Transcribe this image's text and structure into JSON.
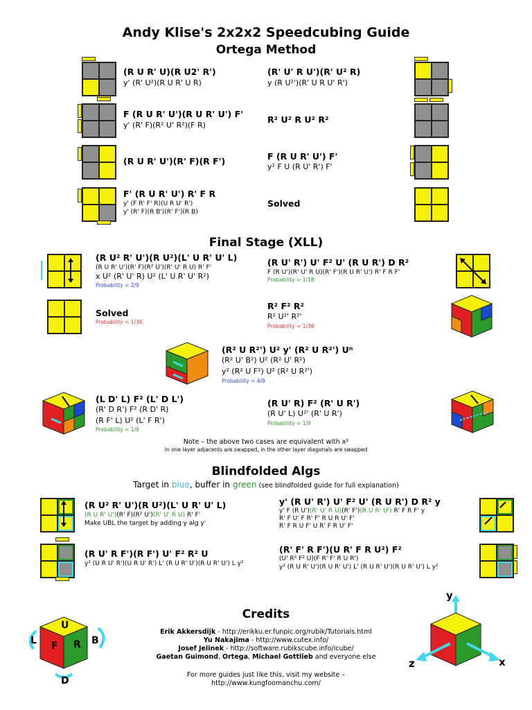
{
  "header": {
    "title": "Andy Klise's 2x2x2 Speedcubing Guide",
    "method": "Ortega Method"
  },
  "ortega": [
    {
      "alg": "(R U R' U)(R U2' R')",
      "alt": "y' (R' U²)(R U R' U R)"
    },
    {
      "alg": "(R' U' R U')(R' U² R)",
      "alt": "y (R U²')(R' U R U' R')"
    },
    {
      "alg": "F (R U R' U')(R U R' U') F'",
      "alt": "y' (R' F)(R² U' R²)(F R)"
    },
    {
      "alg": "R² U² R U² R²",
      "alt": ""
    },
    {
      "alg": "(R U R' U')(R' F)(R F')",
      "alt": ""
    },
    {
      "alg": "F (R U R' U') F'",
      "alt": "y² F U (R U' R') F'"
    },
    {
      "alg": "F' (R U R' U') R' F R",
      "alt": "y' (F R' F' R)(U R U' R')",
      "alt2": "y' (R' F)(R B')(R' F')(R B)"
    },
    {
      "alg": "Solved",
      "alt": ""
    }
  ],
  "final": {
    "title": "Final Stage (XLL)",
    "cases": [
      {
        "alg": "(R U² R' U')(R U²)(L' U R' U' L)",
        "l1": "(R U R' U')(R' F)(R² U')(R' U' R U) R' F'",
        "l2": "x U² (R' U' R) U² (L' U R' U' R²)",
        "prob": "Probability = 2/9"
      },
      {
        "alg": "(R U' R') U' F² U' (R U R') D R²",
        "l1": "F (R U')(R' U' R U)(R' F')(R U R' U') R' F R F'",
        "prob": "Probability = 1/18"
      },
      {
        "alg": "Solved",
        "prob": "Probability = 1/36"
      },
      {
        "alg": "R² F² R²",
        "l1": "R² U²' R²'",
        "prob": "Probability = 1/36"
      },
      {
        "alg": "(R² U R²') U² y' (R² U R²') Uⁿ",
        "l1": "(R² U' B²) U² (R² U' R²)",
        "l2": "y² (R² U F²) U² (R² U R²')",
        "prob": "Probability = 4/9"
      },
      {
        "alg": "(L D' L) F² (L' D L')",
        "l1": "(R' D R') F² (R D' R)",
        "l2": "(R F' L) U² (L' F R')",
        "prob": "Probability = 1/9"
      },
      {
        "alg": "(R U' R) F² (R' U R')",
        "l1": "(R U' L) U²' (R' U R')",
        "prob": "Probability = 1/9"
      }
    ],
    "note": "Note – the above two cases are equivalent with x²",
    "note2": "In one layer adjacents are swapped, in the other layer diagonals are swapped"
  },
  "blind": {
    "title": "Blindfolded Algs",
    "target_pre": "Target in ",
    "target_blue": "blue",
    "target_mid": ", buffer in ",
    "target_green": "green",
    "target_post": " (see blindfolded guide for full explanation)",
    "a1": {
      "alg": "(R U² R' U')(R U²)(L' U R' U' L)",
      "g1": "(R U R' U')",
      "r1": "(R' F)(R² U')",
      "g2": "(R' U' R U)",
      "r2": " R' F'",
      "l2": "Make UBL the target by adding y alg y'"
    },
    "a2": {
      "alg": "y' (R U' R') U' F² U' (R U R') D R² y",
      "l1a": "y' F (R U')",
      "l1g": "(R' U' R U)",
      "l1b": "(R' F')",
      "l1g2": "(R U R' U')",
      "l1c": " R' F R F' y",
      "l2": "R' F U' F R' F' R U R U' F'",
      "l3": "R' F R U F' U R' F R U' F'"
    },
    "a3": {
      "alg": "(R U' R F')(R F') U' F² R² U",
      "l1": "y² (U R U' R')(U R U' R') L' (R U R' U')(R U R' U') L y²"
    },
    "a4": {
      "alg": "(R' F' R F')(U R' F R U²) F²",
      "l1": "(U' R² F² U)(F R' F' R U R')",
      "l2": "y² (R U R' U')(R U R' U') L' (R U R' U')(R U R' U') L y²"
    }
  },
  "credits": {
    "title": "Credits",
    "lines": [
      {
        "name": "Erik Akkersdijk",
        "rest": " - http://erikku.er.funpic.org/rubik/Tutorials.html"
      },
      {
        "name": "Yu Nakajima",
        "rest": " - http://www.cutex.info/"
      },
      {
        "name": "Josef Jelinek",
        "rest": " - http://software.rubikscube.info/icube/"
      }
    ],
    "l4a": "Gaetan Guimond",
    "l4b": ", ",
    "l4c": "Ortega",
    "l4d": ", ",
    "l4e": "Michael Gottlieb",
    "l4f": " and everyone else",
    "more": "For more guides just like this, visit my website –",
    "url": "http://www.kungfoomanchu.com/"
  },
  "cube_labels": {
    "u": "U",
    "l": "L",
    "f": "F",
    "r": "R",
    "b": "B",
    "d": "D",
    "y": "y",
    "z": "z",
    "x": "x"
  }
}
